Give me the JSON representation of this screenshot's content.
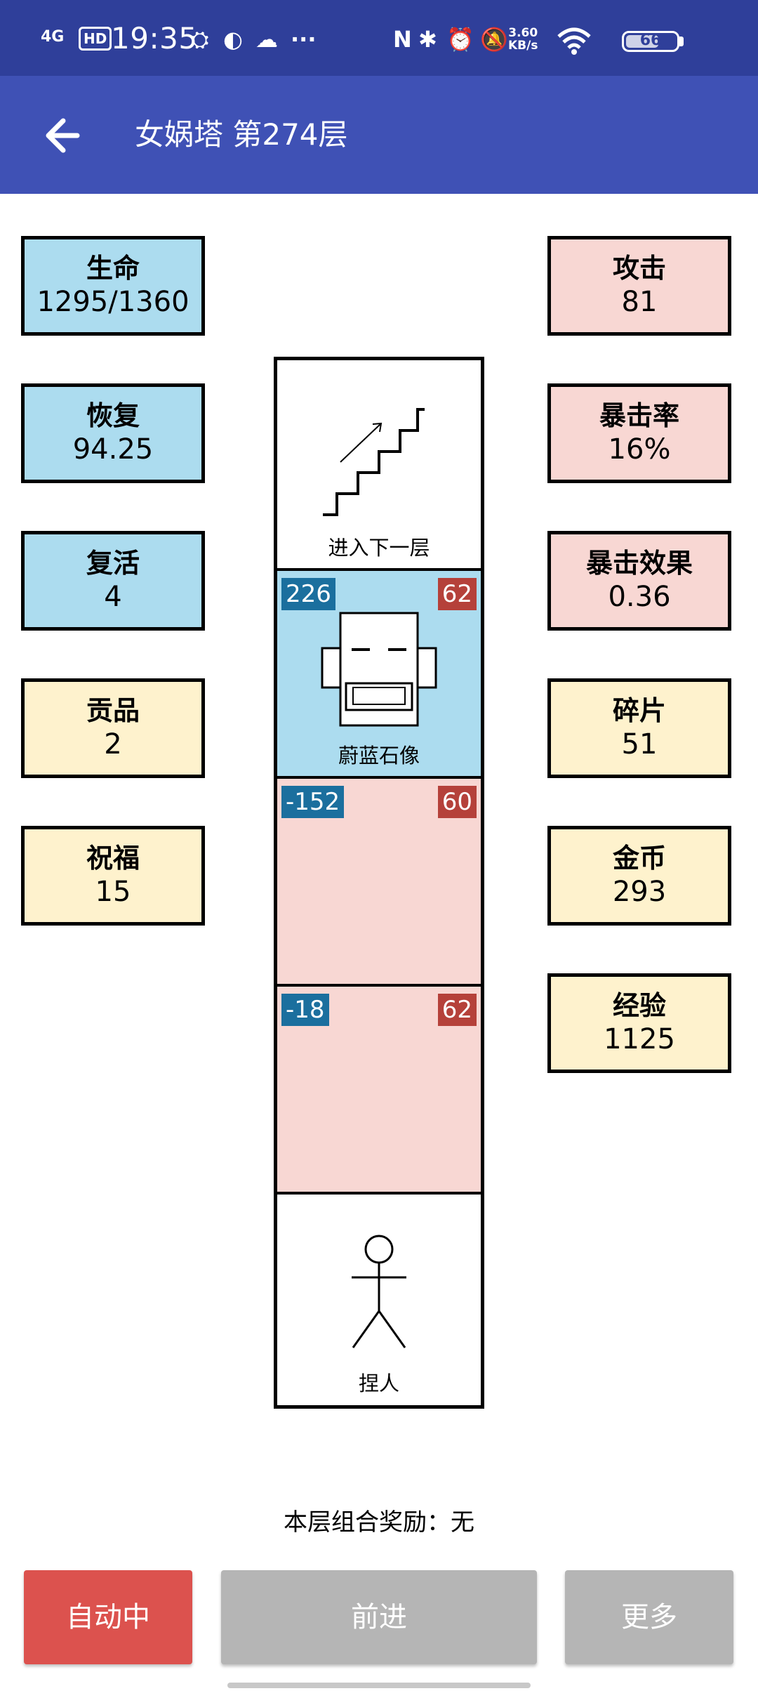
{
  "status_bar": {
    "network": "4G",
    "hd": "HD",
    "time": "19:35",
    "net_speed_value": "3.60",
    "net_speed_unit": "KB/s",
    "battery": "66",
    "battery_level": 0.66
  },
  "app_bar": {
    "title": "女娲塔 第274层"
  },
  "stats_left": [
    {
      "label": "生命",
      "value": "1295/1360"
    },
    {
      "label": "恢复",
      "value": "94.25"
    },
    {
      "label": "复活",
      "value": "4"
    },
    {
      "label": "贡品",
      "value": "2"
    },
    {
      "label": "祝福",
      "value": "15"
    }
  ],
  "stats_right": [
    {
      "label": "攻击",
      "value": "81"
    },
    {
      "label": "暴击率",
      "value": "16%"
    },
    {
      "label": "暴击效果",
      "value": "0.36"
    },
    {
      "label": "碎片",
      "value": "51"
    },
    {
      "label": "金币",
      "value": "293"
    },
    {
      "label": "经验",
      "value": "1125"
    }
  ],
  "tower": {
    "stairs_label": "进入下一层",
    "monster": {
      "name": "蔚蓝石像",
      "left_value": "226",
      "right_value": "62"
    },
    "empty1": {
      "left_value": "-152",
      "right_value": "60"
    },
    "empty2": {
      "left_value": "-18",
      "right_value": "62"
    },
    "player_label": "捏人"
  },
  "combo_reward": "本层组合奖励：无",
  "buttons": {
    "auto": "自动中",
    "forward": "前进",
    "more": "更多"
  },
  "colors": {
    "status_bar": "#2f3f9a",
    "app_bar": "#3f51b5",
    "stat_blue": "#acdcef",
    "stat_pink": "#f8d7d3",
    "stat_yellow": "#fef2cd",
    "badge_blue": "#1b6f9e",
    "badge_red": "#b5413a",
    "auto_button": "#dc524e",
    "disabled_button": "#b5b5b5"
  }
}
